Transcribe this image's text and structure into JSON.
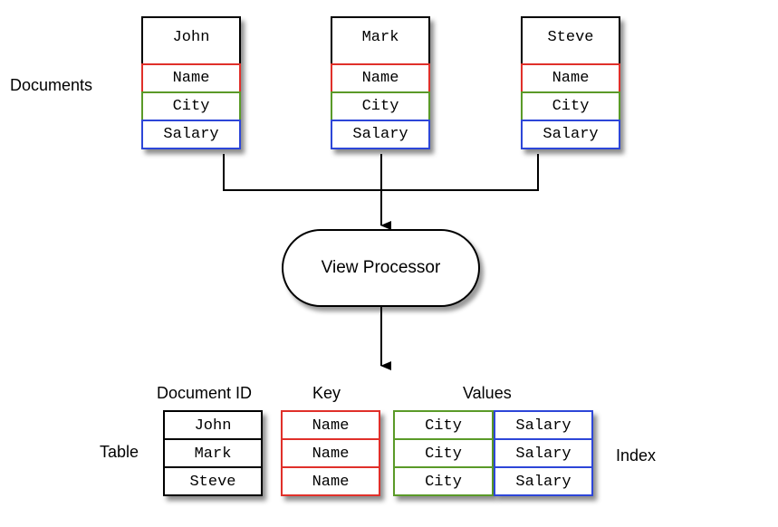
{
  "labels": {
    "documents": "Documents",
    "table": "Table",
    "index": "Index",
    "document_id_header": "Document ID",
    "key_header": "Key",
    "values_header": "Values"
  },
  "documents": [
    {
      "title": "John",
      "fields": [
        "Name",
        "City",
        "Salary"
      ]
    },
    {
      "title": "Mark",
      "fields": [
        "Name",
        "City",
        "Salary"
      ]
    },
    {
      "title": "Steve",
      "fields": [
        "Name",
        "City",
        "Salary"
      ]
    }
  ],
  "processor": {
    "label": "View Processor"
  },
  "index_table": {
    "document_ids": [
      "John",
      "Mark",
      "Steve"
    ],
    "keys": [
      "Name",
      "Name",
      "Name"
    ],
    "values_city": [
      "City",
      "City",
      "City"
    ],
    "values_salary": [
      "Salary",
      "Salary",
      "Salary"
    ]
  },
  "colors": {
    "name_border": "#e0302a",
    "city_border": "#5a9a28",
    "salary_border": "#2d46d8",
    "title_border": "#000000"
  }
}
